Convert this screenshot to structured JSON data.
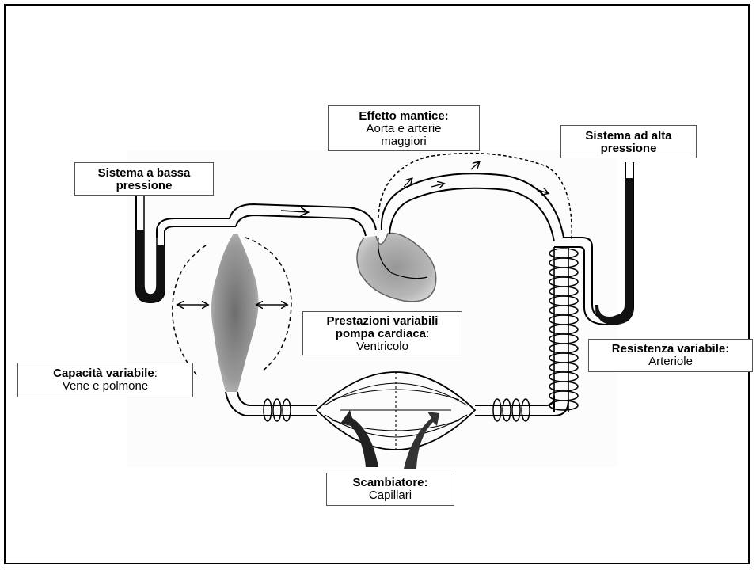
{
  "labels": {
    "effetto_mantice": {
      "title": "Effetto mantice:",
      "sub_line1": "Aorta e arterie",
      "sub_line2": "maggiori"
    },
    "alta_pressione": {
      "title_line1": "Sistema ad alta",
      "title_line2": "pressione"
    },
    "bassa_pressione": {
      "title_line1": "Sistema a bassa",
      "title_line2": "pressione"
    },
    "pompa": {
      "title_line1": "Prestazioni variabili",
      "title_line2": "pompa cardiaca",
      "sep": ":",
      "sub": "Ventricolo"
    },
    "resistenza": {
      "title": "Resistenza variabile:",
      "sub": "Arteriole"
    },
    "capacita": {
      "title": "Capacità variabile",
      "sep": ":",
      "sub": "Vene e polmone"
    },
    "scambiatore": {
      "title": "Scambiatore:",
      "sub": "Capillari"
    }
  }
}
